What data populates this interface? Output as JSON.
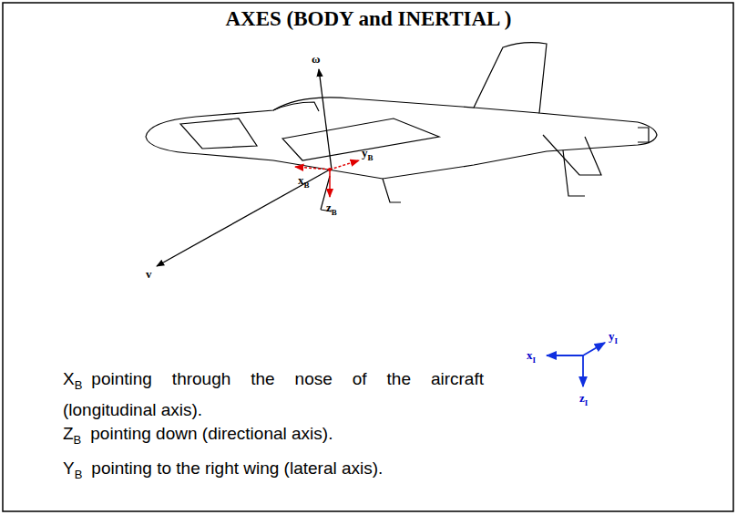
{
  "diagram": {
    "title": "AXES (BODY and INERTIAL )",
    "labels": [
      "ω",
      "v",
      "x",
      "B",
      "y",
      "B",
      "z",
      "B",
      "x",
      "I",
      "y",
      "I",
      "z",
      "I",
      "X",
      "B",
      "pointing through the nose of the aircraft (longitudinal axis).",
      "Z",
      "B",
      "pointing down (directional axis).",
      "Y",
      "B",
      "pointing to the right wing (lateral axis)."
    ]
  }
}
